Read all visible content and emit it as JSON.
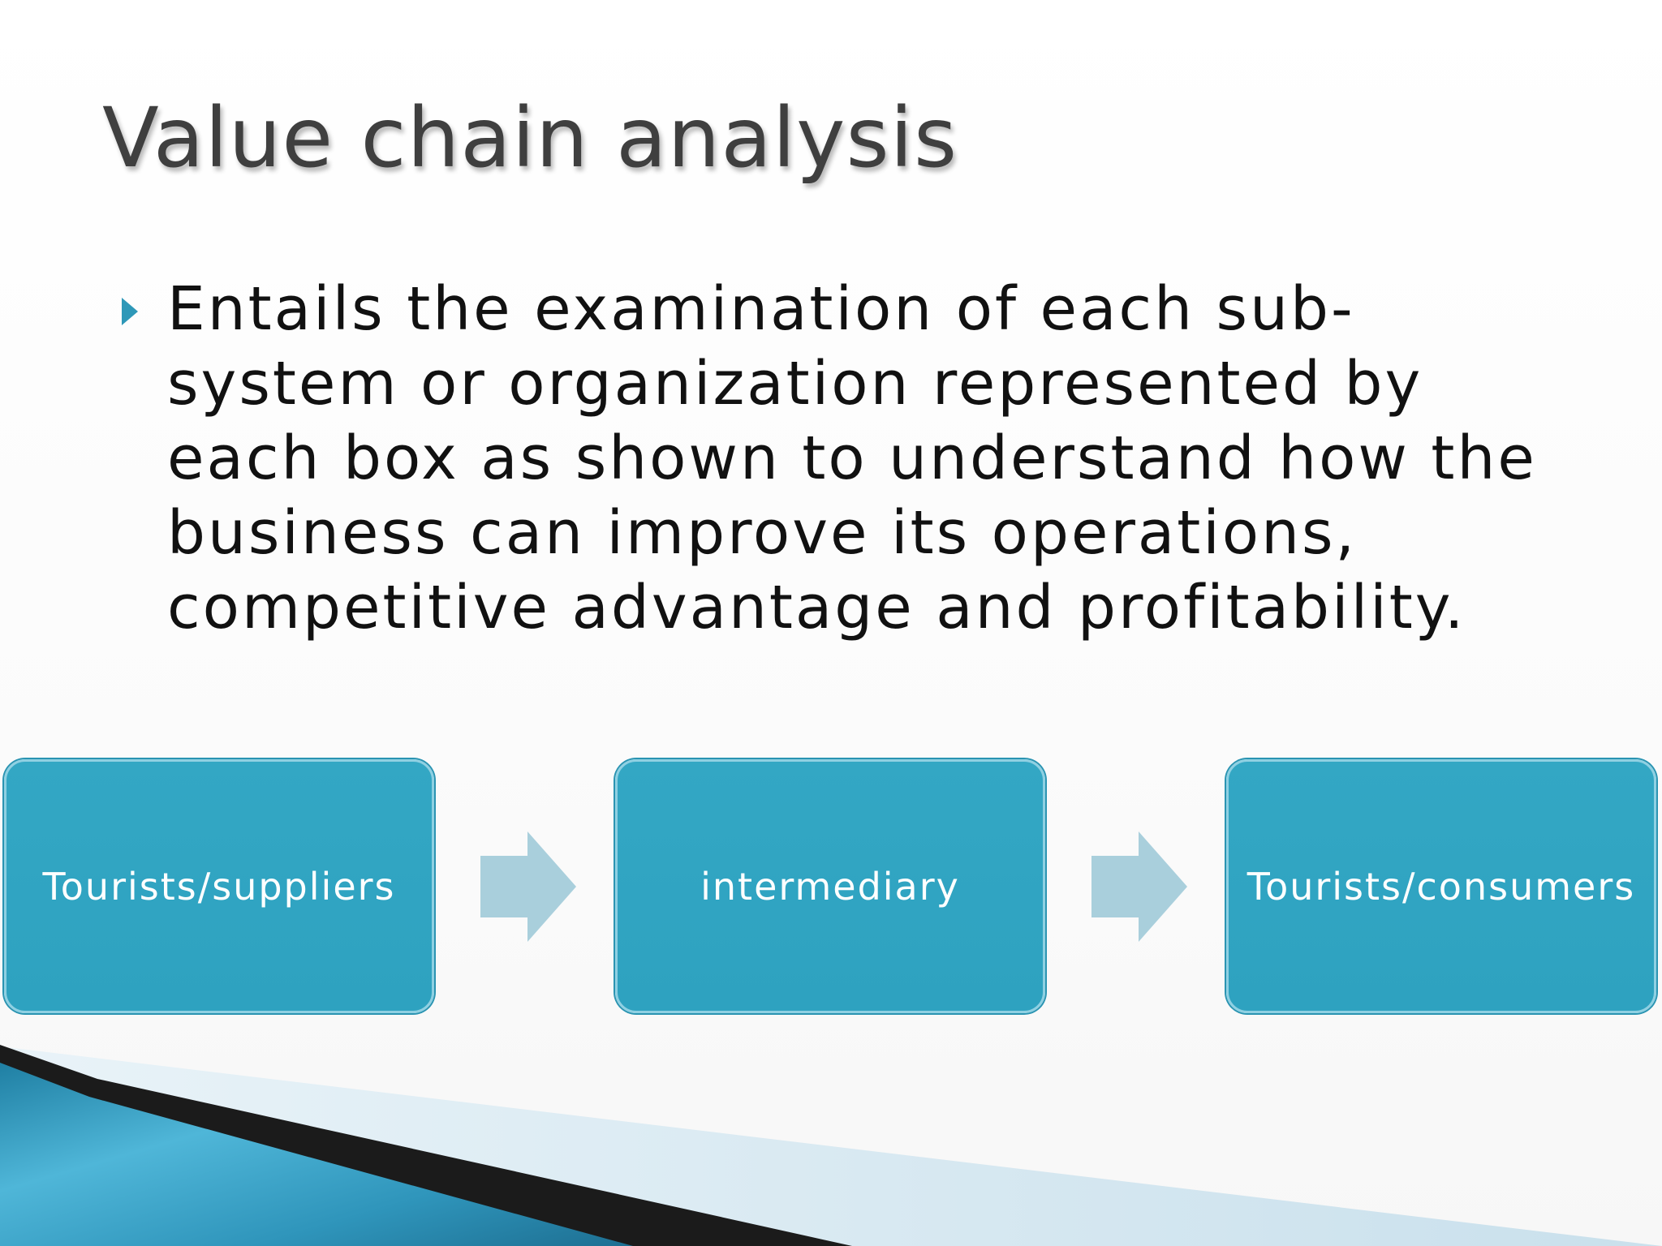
{
  "slide": {
    "title": "Value chain analysis",
    "bullet": "Entails the examination of each sub-system or organization represented by each box as shown to understand how the business can improve its operations, competitive advantage and profitability."
  },
  "diagram": {
    "boxes": [
      {
        "label": "Tourists/suppliers"
      },
      {
        "label": "intermediary"
      },
      {
        "label": "Tourists/consumers"
      }
    ],
    "box_color": "#2fa3c1",
    "arrow_color": "#a9cfdc"
  },
  "colors": {
    "accent": "#2e98b8",
    "title_text": "#3f3f3f",
    "body_text": "#111111"
  }
}
